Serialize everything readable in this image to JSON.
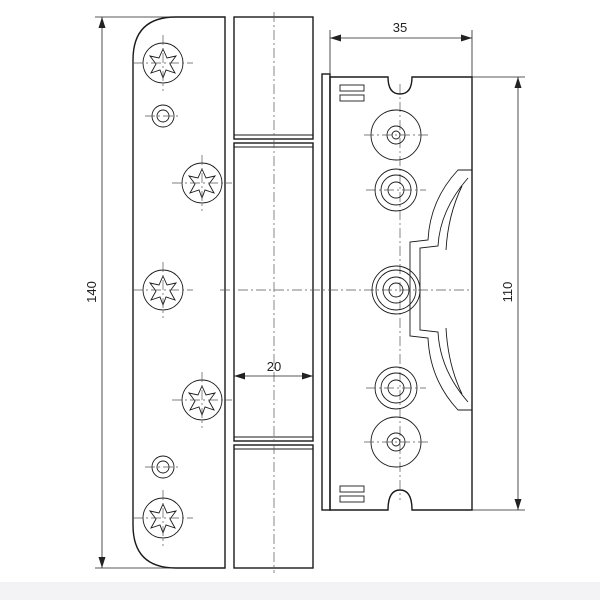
{
  "drawing": {
    "subject": "door hinge",
    "dimensions": {
      "total_height": "140",
      "frame_part_height": "110",
      "frame_part_width": "35",
      "barrel_width": "20"
    }
  }
}
